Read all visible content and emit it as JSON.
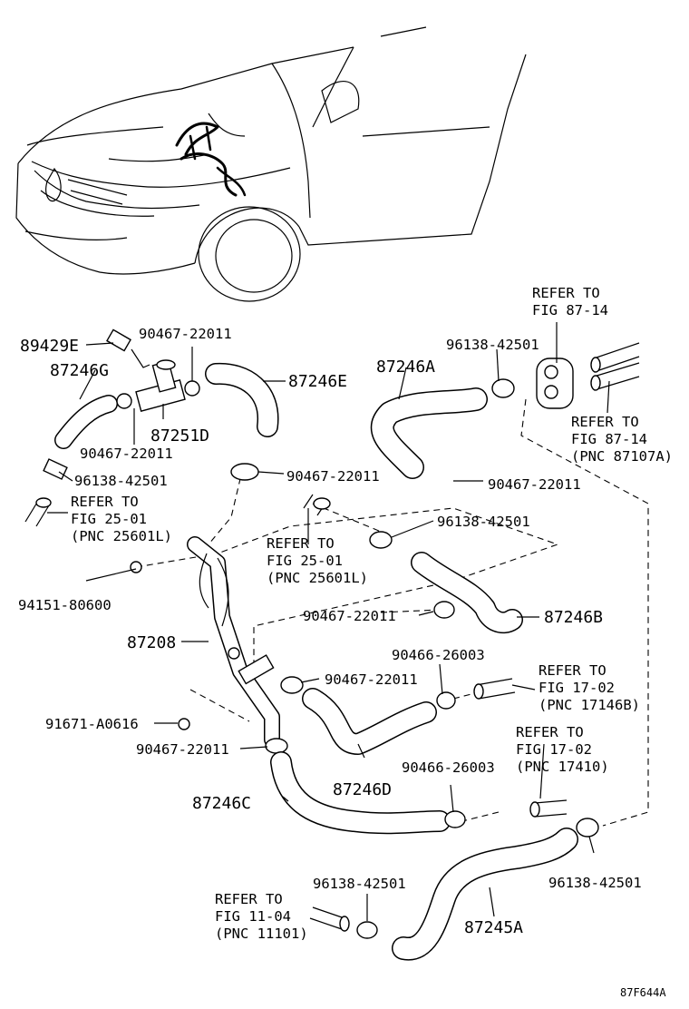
{
  "diagram_code": "87F644A",
  "labels": {
    "pn_89429E": "89429E",
    "pn_87246G": "87246G",
    "clip_a": "90467-22011",
    "pn_87246E": "87246E",
    "pn_87251D": "87251D",
    "clip_b": "90467-22011",
    "clip_c": "96138-42501",
    "pn_87246A": "87246A",
    "clip_d": "96138-42501",
    "clip_e": "90467-22011",
    "clip_f": "90467-22011",
    "clip_g": "96138-42501",
    "bolt_a": "94151-80600",
    "pn_87208": "87208",
    "clip_h": "90467-22011",
    "pn_87246B": "87246B",
    "clip_i": "90466-26003",
    "clip_j": "90467-22011",
    "bolt_b": "91671-A0616",
    "clip_k": "90467-22011",
    "pn_87246D": "87246D",
    "clip_l": "90466-26003",
    "pn_87246C": "87246C",
    "clip_m": "96138-42501",
    "clip_n": "96138-42501",
    "pn_87245A": "87245A"
  },
  "refs": {
    "ref_87_14_top": [
      "REFER TO",
      "FIG 87-14"
    ],
    "ref_87_14_pnc": [
      "REFER TO",
      "FIG 87-14",
      "(PNC 87107A)"
    ],
    "ref_25_01_left": [
      "REFER TO",
      "FIG 25-01",
      "(PNC 25601L)"
    ],
    "ref_25_01_mid": [
      "REFER TO",
      "FIG 25-01",
      "(PNC 25601L)"
    ],
    "ref_17_02_b": [
      "REFER TO",
      "FIG 17-02",
      "(PNC 17146B)"
    ],
    "ref_17_02": [
      "REFER TO",
      "FIG 17-02",
      "(PNC 17410)"
    ],
    "ref_11_04": [
      "REFER TO",
      "FIG 11-04",
      "(PNC 11101)"
    ]
  }
}
